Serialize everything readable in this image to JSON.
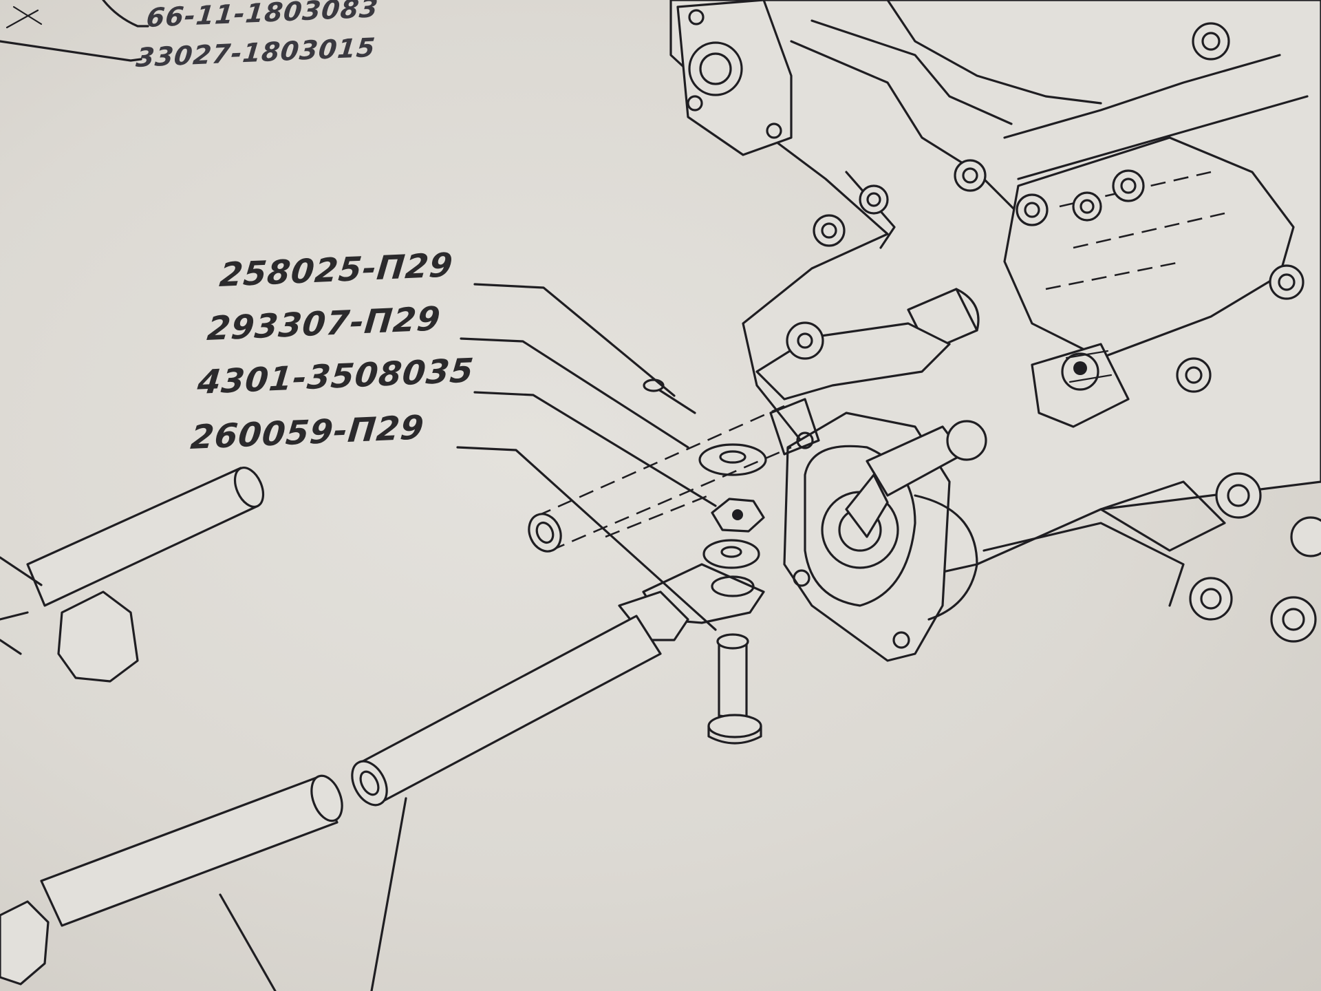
{
  "labels": {
    "top_1": "66-11-1803083",
    "top_2": "33027-1803015",
    "part_1": "258025-П29",
    "part_2": "293307-П29",
    "part_3": "4301-3508035",
    "part_4": "260059-П29"
  }
}
